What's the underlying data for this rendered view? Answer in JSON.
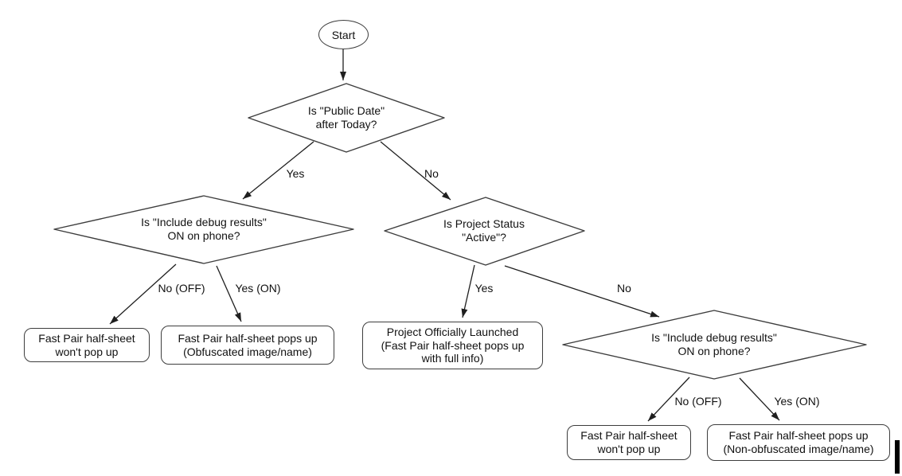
{
  "flowchart": {
    "nodes": {
      "start": {
        "label": "Start",
        "type": "terminator"
      },
      "decision_public_date": {
        "label": "Is \"Public Date\"\nafter Today?",
        "type": "decision"
      },
      "decision_debug_left": {
        "label": "Is \"Include debug results\"\nON on phone?",
        "type": "decision"
      },
      "decision_project_status": {
        "label": "Is Project Status\n\"Active\"?",
        "type": "decision"
      },
      "decision_debug_right": {
        "label": "Is \"Include debug results\"\nON on phone?",
        "type": "decision"
      },
      "result_wont_popup_left": {
        "label": "Fast Pair half-sheet\nwon't pop up",
        "type": "result"
      },
      "result_obfuscated": {
        "label": "Fast Pair half-sheet pops up\n(Obfuscated image/name)",
        "type": "result"
      },
      "result_launched": {
        "label": "Project Officially Launched\n(Fast Pair half-sheet pops up\nwith full info)",
        "type": "result"
      },
      "result_wont_popup_right": {
        "label": "Fast Pair half-sheet\nwon't pop up",
        "type": "result"
      },
      "result_non_obfuscated": {
        "label": "Fast Pair half-sheet pops up\n(Non-obfuscated image/name)",
        "type": "result"
      }
    },
    "edges": {
      "public_date_yes": "Yes",
      "public_date_no": "No",
      "debug_left_no": "No (OFF)",
      "debug_left_yes": "Yes (ON)",
      "status_yes": "Yes",
      "status_no": "No",
      "debug_right_no": "No (OFF)",
      "debug_right_yes": "Yes (ON)"
    },
    "colors": {
      "shape_stroke": "#3d3d3d",
      "arrow": "#1f1f1f",
      "text": "#111111",
      "background": "#ffffff"
    }
  }
}
